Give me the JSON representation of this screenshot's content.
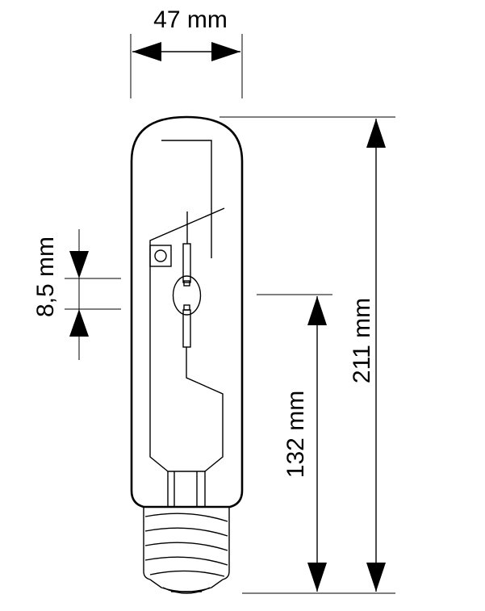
{
  "drawing": {
    "colors": {
      "stroke": "#000000",
      "background": "#ffffff"
    },
    "dimensions": {
      "width": "47 mm",
      "length": "211 mm",
      "light_center_length": "132 mm",
      "arc_length": "8,5 mm"
    }
  }
}
